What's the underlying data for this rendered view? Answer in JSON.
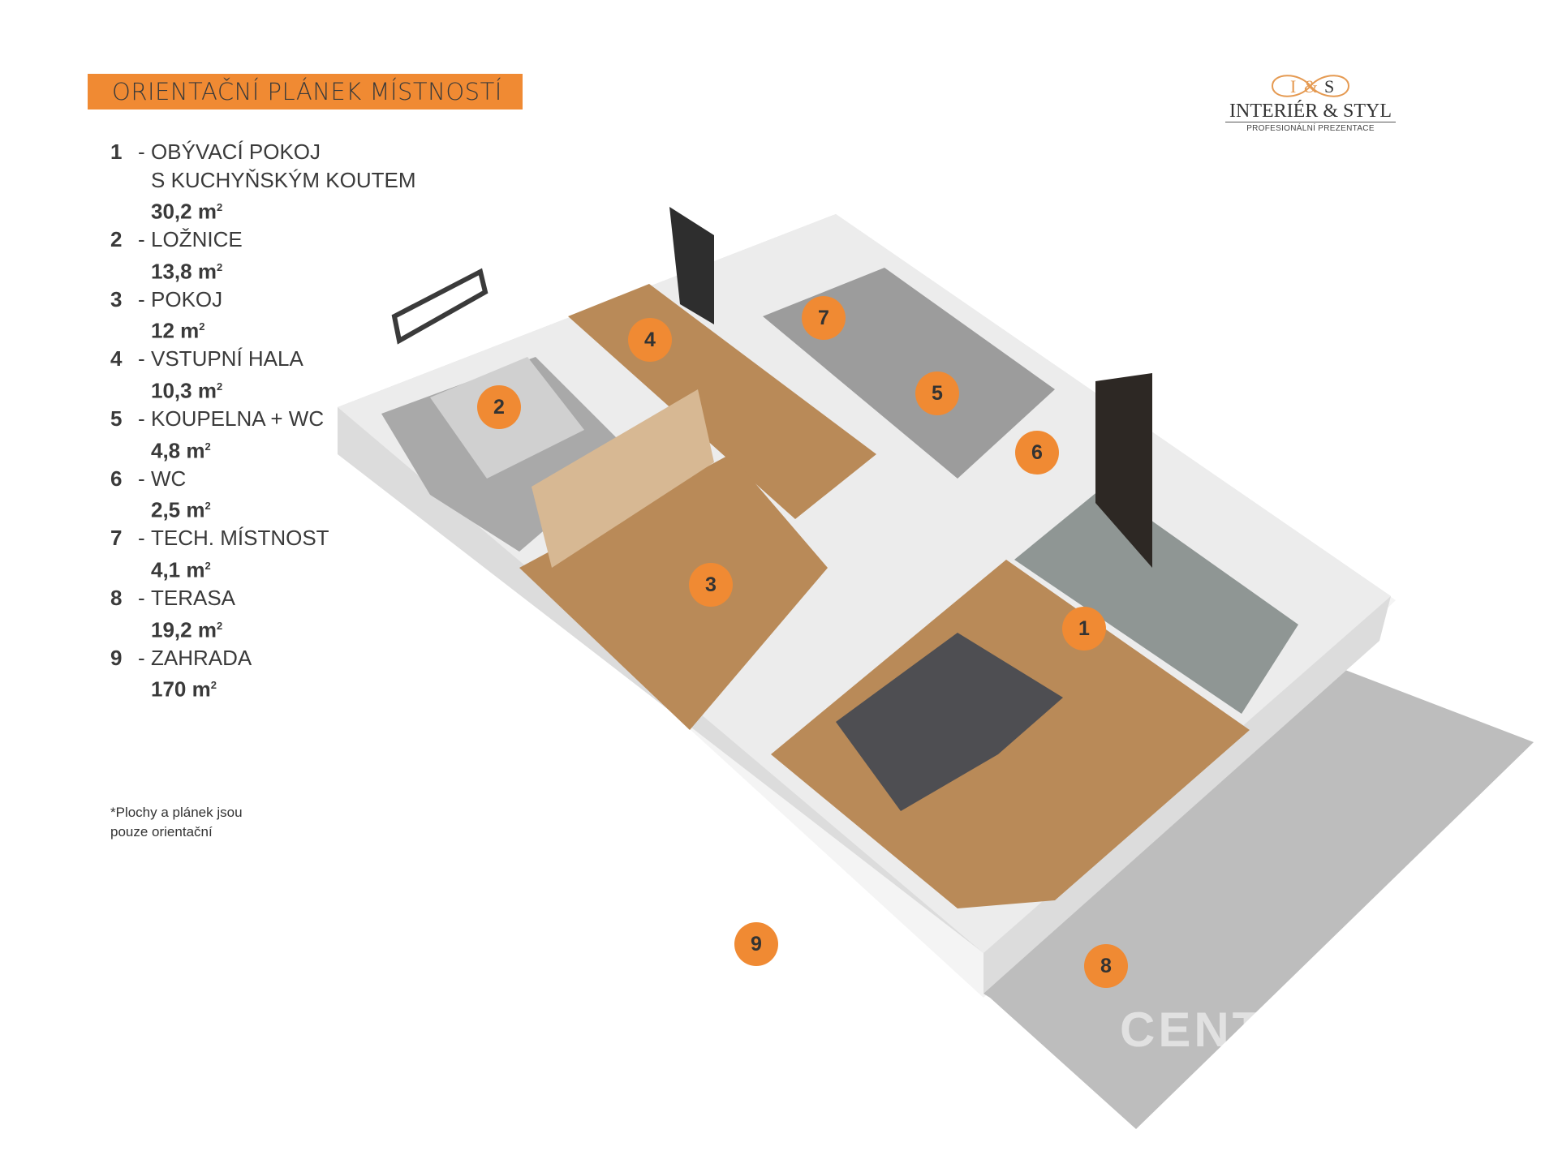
{
  "title": "ORIENTAČNÍ PLÁNEK MÍSTNOSTÍ",
  "legend": [
    {
      "num": "1",
      "name": "OBÝVACÍ POKOJ",
      "name2": "S KUCHYŇSKÝM KOUTEM",
      "area": "30,2 m",
      "unit_sup": "2"
    },
    {
      "num": "2",
      "name": "LOŽNICE",
      "area": "13,8 m",
      "unit_sup": "2"
    },
    {
      "num": "3",
      "name": "POKOJ",
      "area": "12 m",
      "unit_sup": "2"
    },
    {
      "num": "4",
      "name": "VSTUPNÍ HALA",
      "area": "10,3 m",
      "unit_sup": "2"
    },
    {
      "num": "5",
      "name": "KOUPELNA + WC",
      "area": "4,8 m",
      "unit_sup": "2"
    },
    {
      "num": "6",
      "name": "WC",
      "area": "2,5 m",
      "unit_sup": "2"
    },
    {
      "num": "7",
      "name": "TECH. MÍSTNOST",
      "area": "4,1 m",
      "unit_sup": "2"
    },
    {
      "num": "8",
      "name": "TERASA",
      "area": "19,2 m",
      "unit_sup": "2"
    },
    {
      "num": "9",
      "name": "ZAHRADA",
      "area": "170 m",
      "unit_sup": "2"
    }
  ],
  "dash": "-",
  "note_line1": "*Plochy  a plánek jsou",
  "note_line2": "pouze orientační",
  "logo": {
    "mono_left": "I",
    "mono_amp": "&",
    "mono_right": "S",
    "name": "INTERIÉR & STYL",
    "sub": "PROFESIONÁLNÍ PREZENTACE"
  },
  "markers": [
    "1",
    "2",
    "3",
    "4",
    "5",
    "6",
    "7",
    "8",
    "9"
  ],
  "watermark": "CENT",
  "colors": {
    "accent": "#f08a33",
    "wood": "#b98a58",
    "wall": "#e6e6e6",
    "terrace": "#b8b8b8"
  }
}
